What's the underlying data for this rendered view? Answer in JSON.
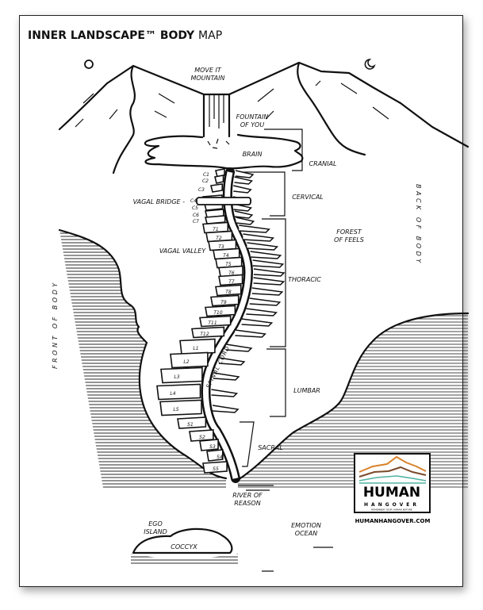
{
  "title": {
    "bold": "INNER LANDSCAPE™ BODY",
    "regular": "MAP"
  },
  "labels": {
    "move_it_mountain": [
      "MOVE IT",
      "MOUNTAIN"
    ],
    "fountain_of_you": [
      "FOUNTAIN",
      "OF YOU"
    ],
    "brain": "BRAIN",
    "cranial": "CRANIAL",
    "cervical": "CERVICAL",
    "vagal_bridge": "VAGAL BRIDGE -",
    "back_of_body": "BACK OF BODY",
    "front_of_body": "FRONT OF BODY",
    "forest_of_feels": [
      "FOREST",
      "OF FEELS"
    ],
    "vagal_valley": "VAGAL VALLEY",
    "thoracic": "THORACIC",
    "spinal_cord": "SPINAL CORD",
    "lumbar": "LUMBAR",
    "sacral": "SACRAL",
    "river_of_reason": [
      "RIVER OF",
      "REASON"
    ],
    "ego_island": [
      "EGO",
      "ISLAND"
    ],
    "emotion_ocean": [
      "EMOTION",
      "OCEAN"
    ],
    "coccyx": "COCCYX"
  },
  "vertebrae": [
    "C1",
    "C2",
    "C3",
    "C4",
    "C5",
    "C6",
    "C7",
    "T1",
    "T2",
    "T3",
    "T4",
    "T5",
    "T6",
    "T7",
    "T8",
    "T9",
    "T10",
    "T11",
    "T12",
    "L1",
    "L2",
    "L3",
    "L4",
    "L5",
    "S1",
    "S2",
    "S3",
    "S4",
    "S5"
  ],
  "logo": {
    "name": "HUMAN",
    "sub": "HANGOVER",
    "tagline": "REMEMBER YOUR HUMAN NATURE",
    "url": "HUMANHANGOVER.COM",
    "colors": {
      "orange": "#d9822b",
      "brown": "#7a4a2a",
      "teal": "#4fb3a0"
    }
  }
}
